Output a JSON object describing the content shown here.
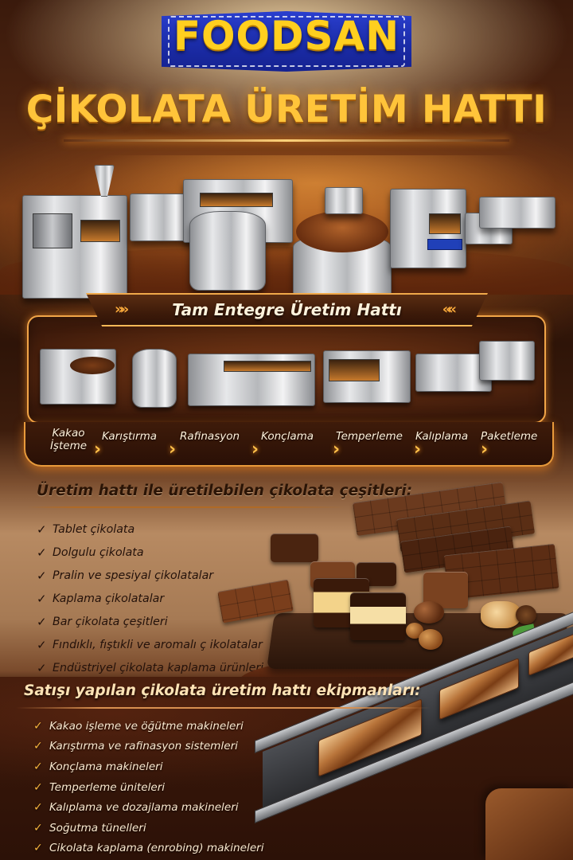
{
  "brand": {
    "logo_text": "FOODSAN",
    "logo_bg_color": "#1b2ca8",
    "logo_text_color": "#ffcf1f"
  },
  "header": {
    "title": "ÇİKOLATA ÜRETİM HATTI",
    "title_color": "#ffc43a"
  },
  "hero": {
    "image_alt": "chocolate-production-machinery-line"
  },
  "process": {
    "banner_title": "Tam Entegre Üretim Hattı",
    "banner_left_icon": "chevron-double-right-icon",
    "banner_right_icon": "chevron-double-left-icon",
    "image_alt": "integrated-production-line-machines",
    "steps": [
      {
        "label": "Kakao İşteme"
      },
      {
        "label": "Karıştırma"
      },
      {
        "label": "Rafinasyon"
      },
      {
        "label": "Konçlama"
      },
      {
        "label": "Temperleme"
      },
      {
        "label": "Kalıplama"
      },
      {
        "label": "Paketleme"
      }
    ],
    "arrow_glyph": "›",
    "accent_color": "#f1a548"
  },
  "varieties": {
    "title": "Üretim hattı ile üretilebilen çikolata çeşitleri:",
    "check_glyph": "✓",
    "items": [
      "Tablet çikolata",
      "Dolgulu çikolata",
      "Pralin ve spesiyal çikolatalar",
      "Kaplama çikolatalar",
      "Bar çikolata çeşitleri",
      "Fındıklı, fıştıkli ve aromalı ç ikolatalar",
      "Endüstriyel çikolata kaplama ürünleri"
    ],
    "image_alt": "assorted-chocolates-display"
  },
  "equipment": {
    "title": "Satışı yapılan çikolata üretim hattı ekipmanları:",
    "check_glyph": "✓",
    "check_color": "#f7b43e",
    "items": [
      "Kakao işleme ve öğütme makineleri",
      "Karıştırma ve rafinasyon sistemleri",
      "Konçlama makineleri",
      "Temperleme üniteleri",
      "Kalıplama ve dozajlama makineleri",
      "Soğutma tünelleri",
      "Cikolata kaplama (enrobing) makineleri"
    ],
    "image_alt": "chocolate-bars-on-conveyor"
  }
}
